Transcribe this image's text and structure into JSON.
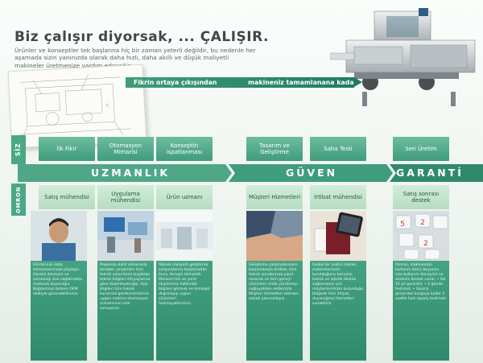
{
  "header": {
    "title": "Biz çalışır diyorsak, ... ÇALIŞIR.",
    "intro": "Ürünler ve konseptler tek başlarına hiç bir zaman yeterli değildir, bu nedenle her aşamada sizin yanınızda olarak daha hızlı, daha akıllı ve düşük maliyetli makineler üretmenize yardım edeceğiz"
  },
  "banner": {
    "left_text": "Fikrin ortaya çıkışından",
    "right_text": "makineniz tamamlanana kadar!"
  },
  "tabs": {
    "siz": "SİZ",
    "omron": "OMRON"
  },
  "stages": [
    {
      "label": "İlk Fikir"
    },
    {
      "label": "Otomasyon Mimarisi"
    },
    {
      "label": "Konseptin ispatlanması"
    },
    {
      "label": "Tasarım ve Geliştirme"
    },
    {
      "label": "Saha Testi"
    },
    {
      "label": "Seri Üretim"
    }
  ],
  "phases": [
    {
      "label": "UZMANLIK"
    },
    {
      "label": "GÜVEN"
    },
    {
      "label": "GARANTİ"
    }
  ],
  "roles": [
    {
      "label": "Satış mühendisi",
      "desc": "Fikirlerinizi satış elemanlarımızla paylaşın. Gerekli deneyim ve uzmanlığı size sağlamakta mutluluk duyacağız. Bağlantınızı bizlere OEM ekibiyle güvenebilirsiniz."
    },
    {
      "label": "Uygulama mühendisi",
      "desc": "Projenize dahil olmamızla beraber, projenizin tüm teknik unsurlarını kuşatılan teknik bilgileri ihtiyaçlarına göre düzenleyeceğiz. Açık bilgileri tüm teknik kurumsal gereksinimlerine uygun makine otomasyon mimarisinin size sunuyoruz."
    },
    {
      "label": "Ürün uzmanı",
      "desc": "Yüksek maliyetli geliştirme çalışmalarına başlamadan önce, Avrupa Uzmanlık Merkezi'miz ve yerel ekiplerimiz hakkında bilgileri görmek ve konsepti doğrulayıp uygun çözümleri hazırlayabilirsiniz."
    },
    {
      "label": "Müşteri Hizmetleri",
      "desc": "Geliştirme çalışmalarınızın başlamasıyla birlikte, tüm teknik sorularınıza yanıt verecek ve tüm gereçli çözümleri ortak yürütmeyi sağlayabilen ekibimizle Müşteri Hizmetleri elemanı olarak yanınızdayız."
    },
    {
      "label": "İrtibat mühendisi",
      "desc": "Global bir üretici olarak, makinelerinizin kurulduğunu konuma, teknik ve lojistik destek sağlamanızı için müşterilerimizin bulunduğu bölgede tüm ihtiyaç duyacağınız hizmetleri sunabiliriz."
    },
    {
      "label": "Satış sonrası destek",
      "desc": "Omron, makinenizin kullanım ömrü boyunca size kullanım deneyimi ve eksiksiz destek sunar. • Siz 10 yıl garantili, • 2 günde teslimat, • Sipariş girişinden kargoya kadar 2 saatte hızlı sipariş teslimatı"
    }
  ],
  "keypad": {
    "k1": "5",
    "k2": "2",
    "k3": "2"
  },
  "colors": {
    "accent": "#3f9c7c",
    "band": "#3f9c7c",
    "role_bg": "#c7e5cf"
  }
}
